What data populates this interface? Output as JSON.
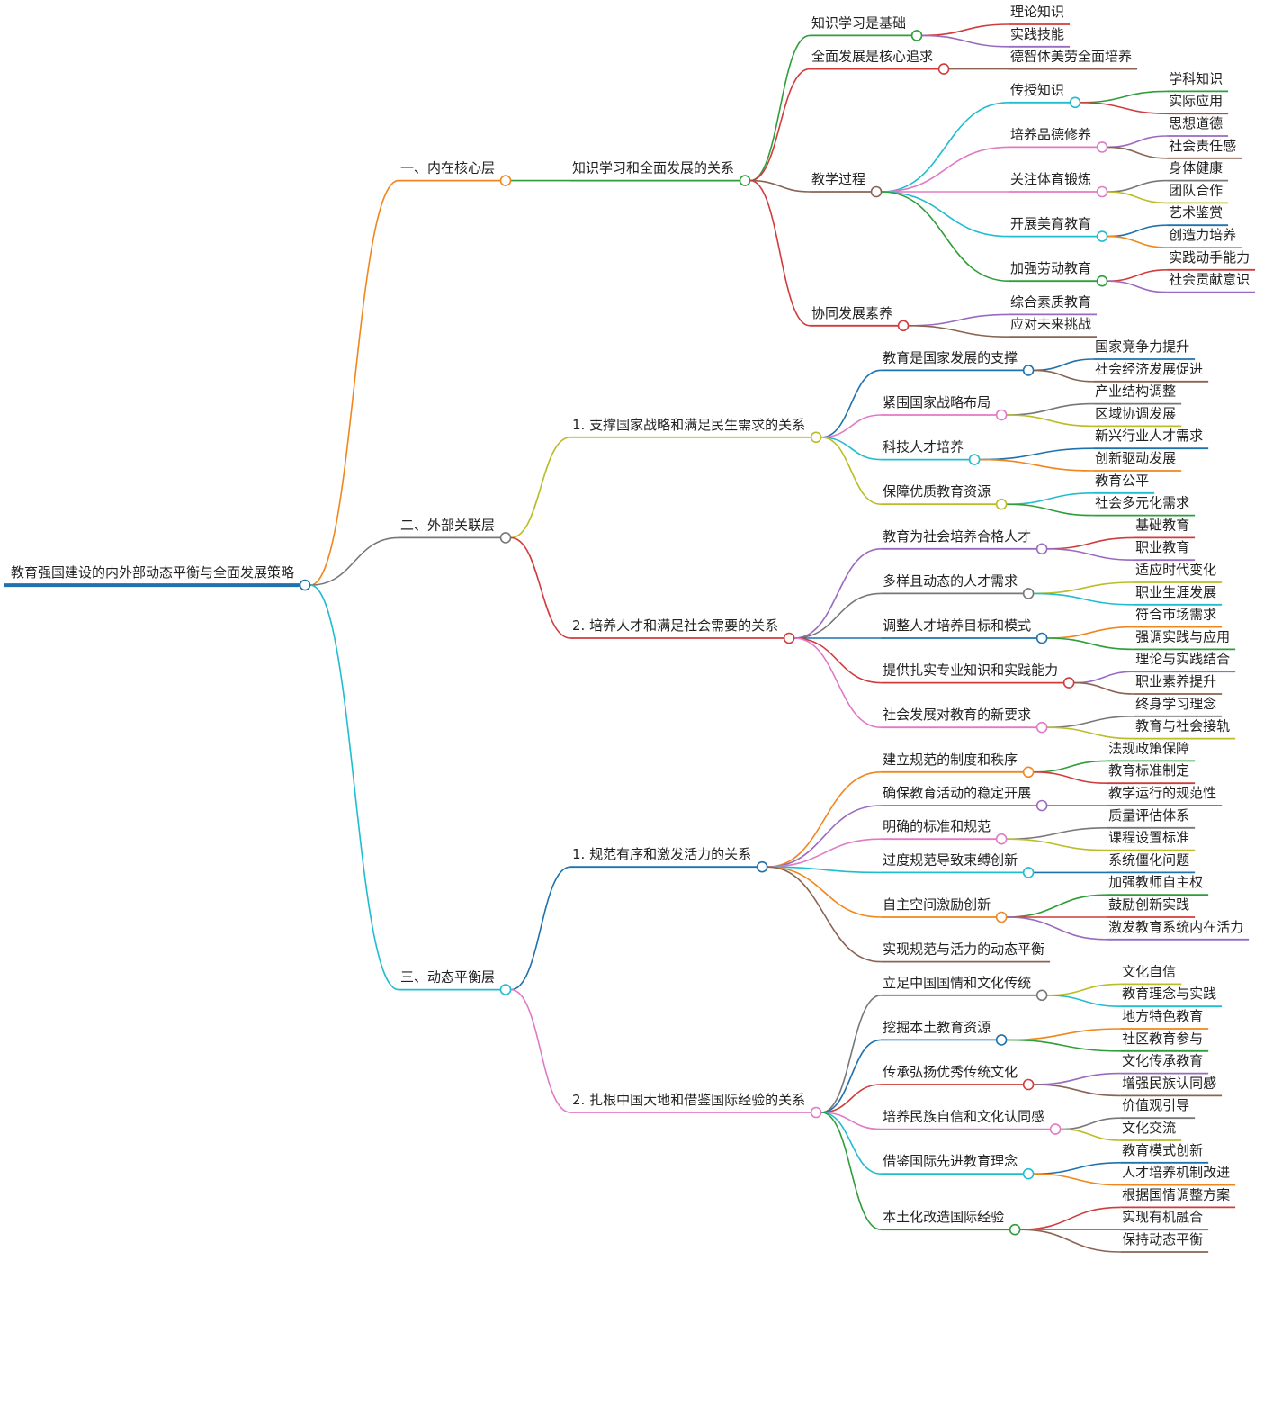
{
  "colors": {
    "orange": "#f0861c",
    "gray": "#777777",
    "cyan": "#20bcd0",
    "green": "#2e9e3a",
    "red": "#d03c3c",
    "brown": "#8a6352",
    "purple": "#9a6ac0",
    "pink": "#e07ac6",
    "olive": "#bcbc28",
    "blue": "#1f72ad"
  },
  "root": {
    "label": "教育强国建设的内外部动态平衡与全面发展策略",
    "color": "blue",
    "children": [
      {
        "label": "一、内在核心层",
        "color": "orange",
        "children": [
          {
            "label": "知识学习和全面发展的关系",
            "color": "green",
            "children": [
              {
                "label": "知识学习是基础",
                "color": "green",
                "children": [
                  {
                    "label": "理论知识",
                    "color": "red"
                  },
                  {
                    "label": "实践技能",
                    "color": "purple"
                  }
                ]
              },
              {
                "label": "全面发展是核心追求",
                "color": "red",
                "children": [
                  {
                    "label": "德智体美劳全面培养",
                    "color": "brown"
                  }
                ]
              },
              {
                "label": "教学过程",
                "color": "brown",
                "children": [
                  {
                    "label": "传授知识",
                    "color": "cyan",
                    "children": [
                      {
                        "label": "学科知识",
                        "color": "green"
                      },
                      {
                        "label": "实际应用",
                        "color": "red"
                      }
                    ]
                  },
                  {
                    "label": "培养品德修养",
                    "color": "pink",
                    "children": [
                      {
                        "label": "思想道德",
                        "color": "purple"
                      },
                      {
                        "label": "社会责任感",
                        "color": "brown"
                      }
                    ]
                  },
                  {
                    "label": "关注体育锻炼",
                    "color": "pink",
                    "children": [
                      {
                        "label": "身体健康",
                        "color": "gray"
                      },
                      {
                        "label": "团队合作",
                        "color": "olive"
                      }
                    ]
                  },
                  {
                    "label": "开展美育教育",
                    "color": "cyan",
                    "children": [
                      {
                        "label": "艺术鉴赏",
                        "color": "blue"
                      },
                      {
                        "label": "创造力培养",
                        "color": "orange"
                      }
                    ]
                  },
                  {
                    "label": "加强劳动教育",
                    "color": "green",
                    "children": [
                      {
                        "label": "实践动手能力",
                        "color": "red"
                      },
                      {
                        "label": "社会贡献意识",
                        "color": "purple"
                      }
                    ]
                  }
                ]
              },
              {
                "label": "协同发展素养",
                "color": "red",
                "children": [
                  {
                    "label": "综合素质教育",
                    "color": "purple"
                  },
                  {
                    "label": "应对未来挑战",
                    "color": "brown"
                  }
                ]
              }
            ]
          }
        ]
      },
      {
        "label": "二、外部关联层",
        "color": "gray",
        "children": [
          {
            "label": "1. 支撑国家战略和满足民生需求的关系",
            "color": "olive",
            "children": [
              {
                "label": "教育是国家发展的支撑",
                "color": "blue",
                "children": [
                  {
                    "label": "国家竞争力提升",
                    "color": "blue"
                  },
                  {
                    "label": "社会经济发展促进",
                    "color": "brown"
                  }
                ]
              },
              {
                "label": "紧围国家战略布局",
                "color": "pink",
                "children": [
                  {
                    "label": "产业结构调整",
                    "color": "gray"
                  },
                  {
                    "label": "区域协调发展",
                    "color": "olive"
                  }
                ]
              },
              {
                "label": "科技人才培养",
                "color": "cyan",
                "children": [
                  {
                    "label": "新兴行业人才需求",
                    "color": "blue"
                  },
                  {
                    "label": "创新驱动发展",
                    "color": "orange"
                  }
                ]
              },
              {
                "label": "保障优质教育资源",
                "color": "olive",
                "children": [
                  {
                    "label": "教育公平",
                    "color": "cyan"
                  },
                  {
                    "label": "社会多元化需求",
                    "color": "green"
                  }
                ]
              }
            ]
          },
          {
            "label": "2. 培养人才和满足社会需要的关系",
            "color": "red",
            "children": [
              {
                "label": "教育为社会培养合格人才",
                "color": "purple",
                "children": [
                  {
                    "label": "基础教育",
                    "color": "red"
                  },
                  {
                    "label": "职业教育",
                    "color": "purple"
                  }
                ]
              },
              {
                "label": "多样且动态的人才需求",
                "color": "gray",
                "children": [
                  {
                    "label": "适应时代变化",
                    "color": "olive"
                  },
                  {
                    "label": "职业生涯发展",
                    "color": "cyan"
                  }
                ]
              },
              {
                "label": "调整人才培养目标和模式",
                "color": "blue",
                "children": [
                  {
                    "label": "符合市场需求",
                    "color": "orange"
                  },
                  {
                    "label": "强调实践与应用",
                    "color": "green"
                  }
                ]
              },
              {
                "label": "提供扎实专业知识和实践能力",
                "color": "red",
                "children": [
                  {
                    "label": "理论与实践结合",
                    "color": "purple"
                  },
                  {
                    "label": "职业素养提升",
                    "color": "brown"
                  }
                ]
              },
              {
                "label": "社会发展对教育的新要求",
                "color": "pink",
                "children": [
                  {
                    "label": "终身学习理念",
                    "color": "gray"
                  },
                  {
                    "label": "教育与社会接轨",
                    "color": "olive"
                  }
                ]
              }
            ]
          }
        ]
      },
      {
        "label": "三、动态平衡层",
        "color": "cyan",
        "children": [
          {
            "label": "1. 规范有序和激发活力的关系",
            "color": "blue",
            "children": [
              {
                "label": "建立规范的制度和秩序",
                "color": "orange",
                "children": [
                  {
                    "label": "法规政策保障",
                    "color": "green"
                  },
                  {
                    "label": "教育标准制定",
                    "color": "red"
                  }
                ]
              },
              {
                "label": "确保教育活动的稳定开展",
                "color": "purple",
                "children": [
                  {
                    "label": "教学运行的规范性",
                    "color": "brown"
                  }
                ]
              },
              {
                "label": "明确的标准和规范",
                "color": "pink",
                "children": [
                  {
                    "label": "质量评估体系",
                    "color": "gray"
                  },
                  {
                    "label": "课程设置标准",
                    "color": "olive"
                  }
                ]
              },
              {
                "label": "过度规范导致束缚创新",
                "color": "cyan",
                "children": [
                  {
                    "label": "系统僵化问题",
                    "color": "blue"
                  }
                ]
              },
              {
                "label": "自主空间激励创新",
                "color": "orange",
                "children": [
                  {
                    "label": "加强教师自主权",
                    "color": "green"
                  },
                  {
                    "label": "鼓励创新实践",
                    "color": "red"
                  },
                  {
                    "label": "激发教育系统内在活力",
                    "color": "purple"
                  }
                ]
              },
              {
                "label": "实现规范与活力的动态平衡",
                "color": "brown"
              }
            ]
          },
          {
            "label": "2. 扎根中国大地和借鉴国际经验的关系",
            "color": "pink",
            "children": [
              {
                "label": "立足中国国情和文化传统",
                "color": "gray",
                "children": [
                  {
                    "label": "文化自信",
                    "color": "olive"
                  },
                  {
                    "label": "教育理念与实践",
                    "color": "cyan"
                  }
                ]
              },
              {
                "label": "挖掘本土教育资源",
                "color": "blue",
                "children": [
                  {
                    "label": "地方特色教育",
                    "color": "orange"
                  },
                  {
                    "label": "社区教育参与",
                    "color": "green"
                  }
                ]
              },
              {
                "label": "传承弘扬优秀传统文化",
                "color": "red",
                "children": [
                  {
                    "label": "文化传承教育",
                    "color": "purple"
                  },
                  {
                    "label": "增强民族认同感",
                    "color": "brown"
                  }
                ]
              },
              {
                "label": "培养民族自信和文化认同感",
                "color": "pink",
                "children": [
                  {
                    "label": "价值观引导",
                    "color": "gray"
                  },
                  {
                    "label": "文化交流",
                    "color": "olive"
                  }
                ]
              },
              {
                "label": "借鉴国际先进教育理念",
                "color": "cyan",
                "children": [
                  {
                    "label": "教育模式创新",
                    "color": "blue"
                  },
                  {
                    "label": "人才培养机制改进",
                    "color": "orange"
                  }
                ]
              },
              {
                "label": "本土化改造国际经验",
                "color": "green",
                "children": [
                  {
                    "label": "根据国情调整方案",
                    "color": "red"
                  },
                  {
                    "label": "实现有机融合",
                    "color": "purple"
                  },
                  {
                    "label": "保持动态平衡",
                    "color": "brown"
                  }
                ]
              }
            ]
          }
        ]
      }
    ]
  }
}
